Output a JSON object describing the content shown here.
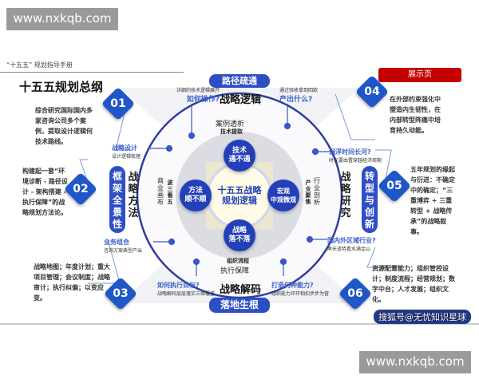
{
  "watermark": "www.nxkqb.com",
  "header": "“十五五” 规划指导手册",
  "title": "十五五规划总纲",
  "badge": "展示页",
  "footer_credit": "搜狐号@无忧知识星球",
  "center": {
    "title_line1": "十五五战略",
    "title_line2": "规划逻辑"
  },
  "nodes": {
    "top": "技术\n通不通",
    "left": "方法\n顺不顺",
    "right": "宏观\n中观微观",
    "bottom": "战略\n落不落"
  },
  "ring": {
    "top_a": "案例透析",
    "top_b": "技术提取",
    "left_a": "商业画布",
    "left_b": "波三看五",
    "right_a": "行业剖析",
    "right_b": "产业聚焦",
    "bottom_a": "组织流程",
    "bottom_b": "执行保障"
  },
  "sides": {
    "top_pill": "路径疏通",
    "top_label": "战略逻辑",
    "bottom_label": "战略解码",
    "bottom_pill": "落地生根",
    "left_label": "战略方法",
    "left_pill": "框架全景性",
    "right_label": "战略研究",
    "right_pill": "转型与创新"
  },
  "questions": [
    {
      "q": "如何操作?",
      "s": "详细的技术逻辑展开"
    },
    {
      "q": "产出什么?",
      "s": "通过验收拿到回款"
    },
    {
      "q": "战略设计",
      "s": "设计逻辑梳理"
    },
    {
      "q": "沉浮时间长河?",
      "s": "时光要由置穿越经济周期"
    },
    {
      "q": "业务组合",
      "s": "咨询方案典型产出"
    },
    {
      "q": "国内外区域行业?",
      "s": "承天道势看水满金山"
    },
    {
      "q": "如何执行目标?",
      "s": "战略解码层层落实三维覆盖"
    },
    {
      "q": "打造何种能力?",
      "s": "组织能力环环相扣步步为营"
    }
  ],
  "items": [
    {
      "num": "01",
      "text": "综合研究国际国内多家咨询公司多个案例，提取设计逻辑何技术路线。"
    },
    {
      "num": "02",
      "text": "构建起一套“环境诊断 - 路径设计 - 架构搭建 - 执行保障”的战略规划方法论。"
    },
    {
      "num": "03",
      "text": "战略地图；年度计划；重大项目管理；会议制度；战略审计；执行纠偏；以变应变。"
    },
    {
      "num": "04",
      "text": "在外部约束强化中塑造内生韧性，在内部转型阵痛中培育持久动能。"
    },
    {
      "num": "05",
      "text": "五年规划的缘起与衍进：不确定中的确定；“三重博弈 + 三重转型 + 战略传承”的战略叙事。"
    },
    {
      "num": "06",
      "text": "资源配置能力；组织管控设计；制度流程；经营规划；数字中台；人才发展；组织文化。"
    }
  ],
  "colors": {
    "primary": "#2340b8",
    "accent": "#1f57c8",
    "badge": "#c40000"
  }
}
